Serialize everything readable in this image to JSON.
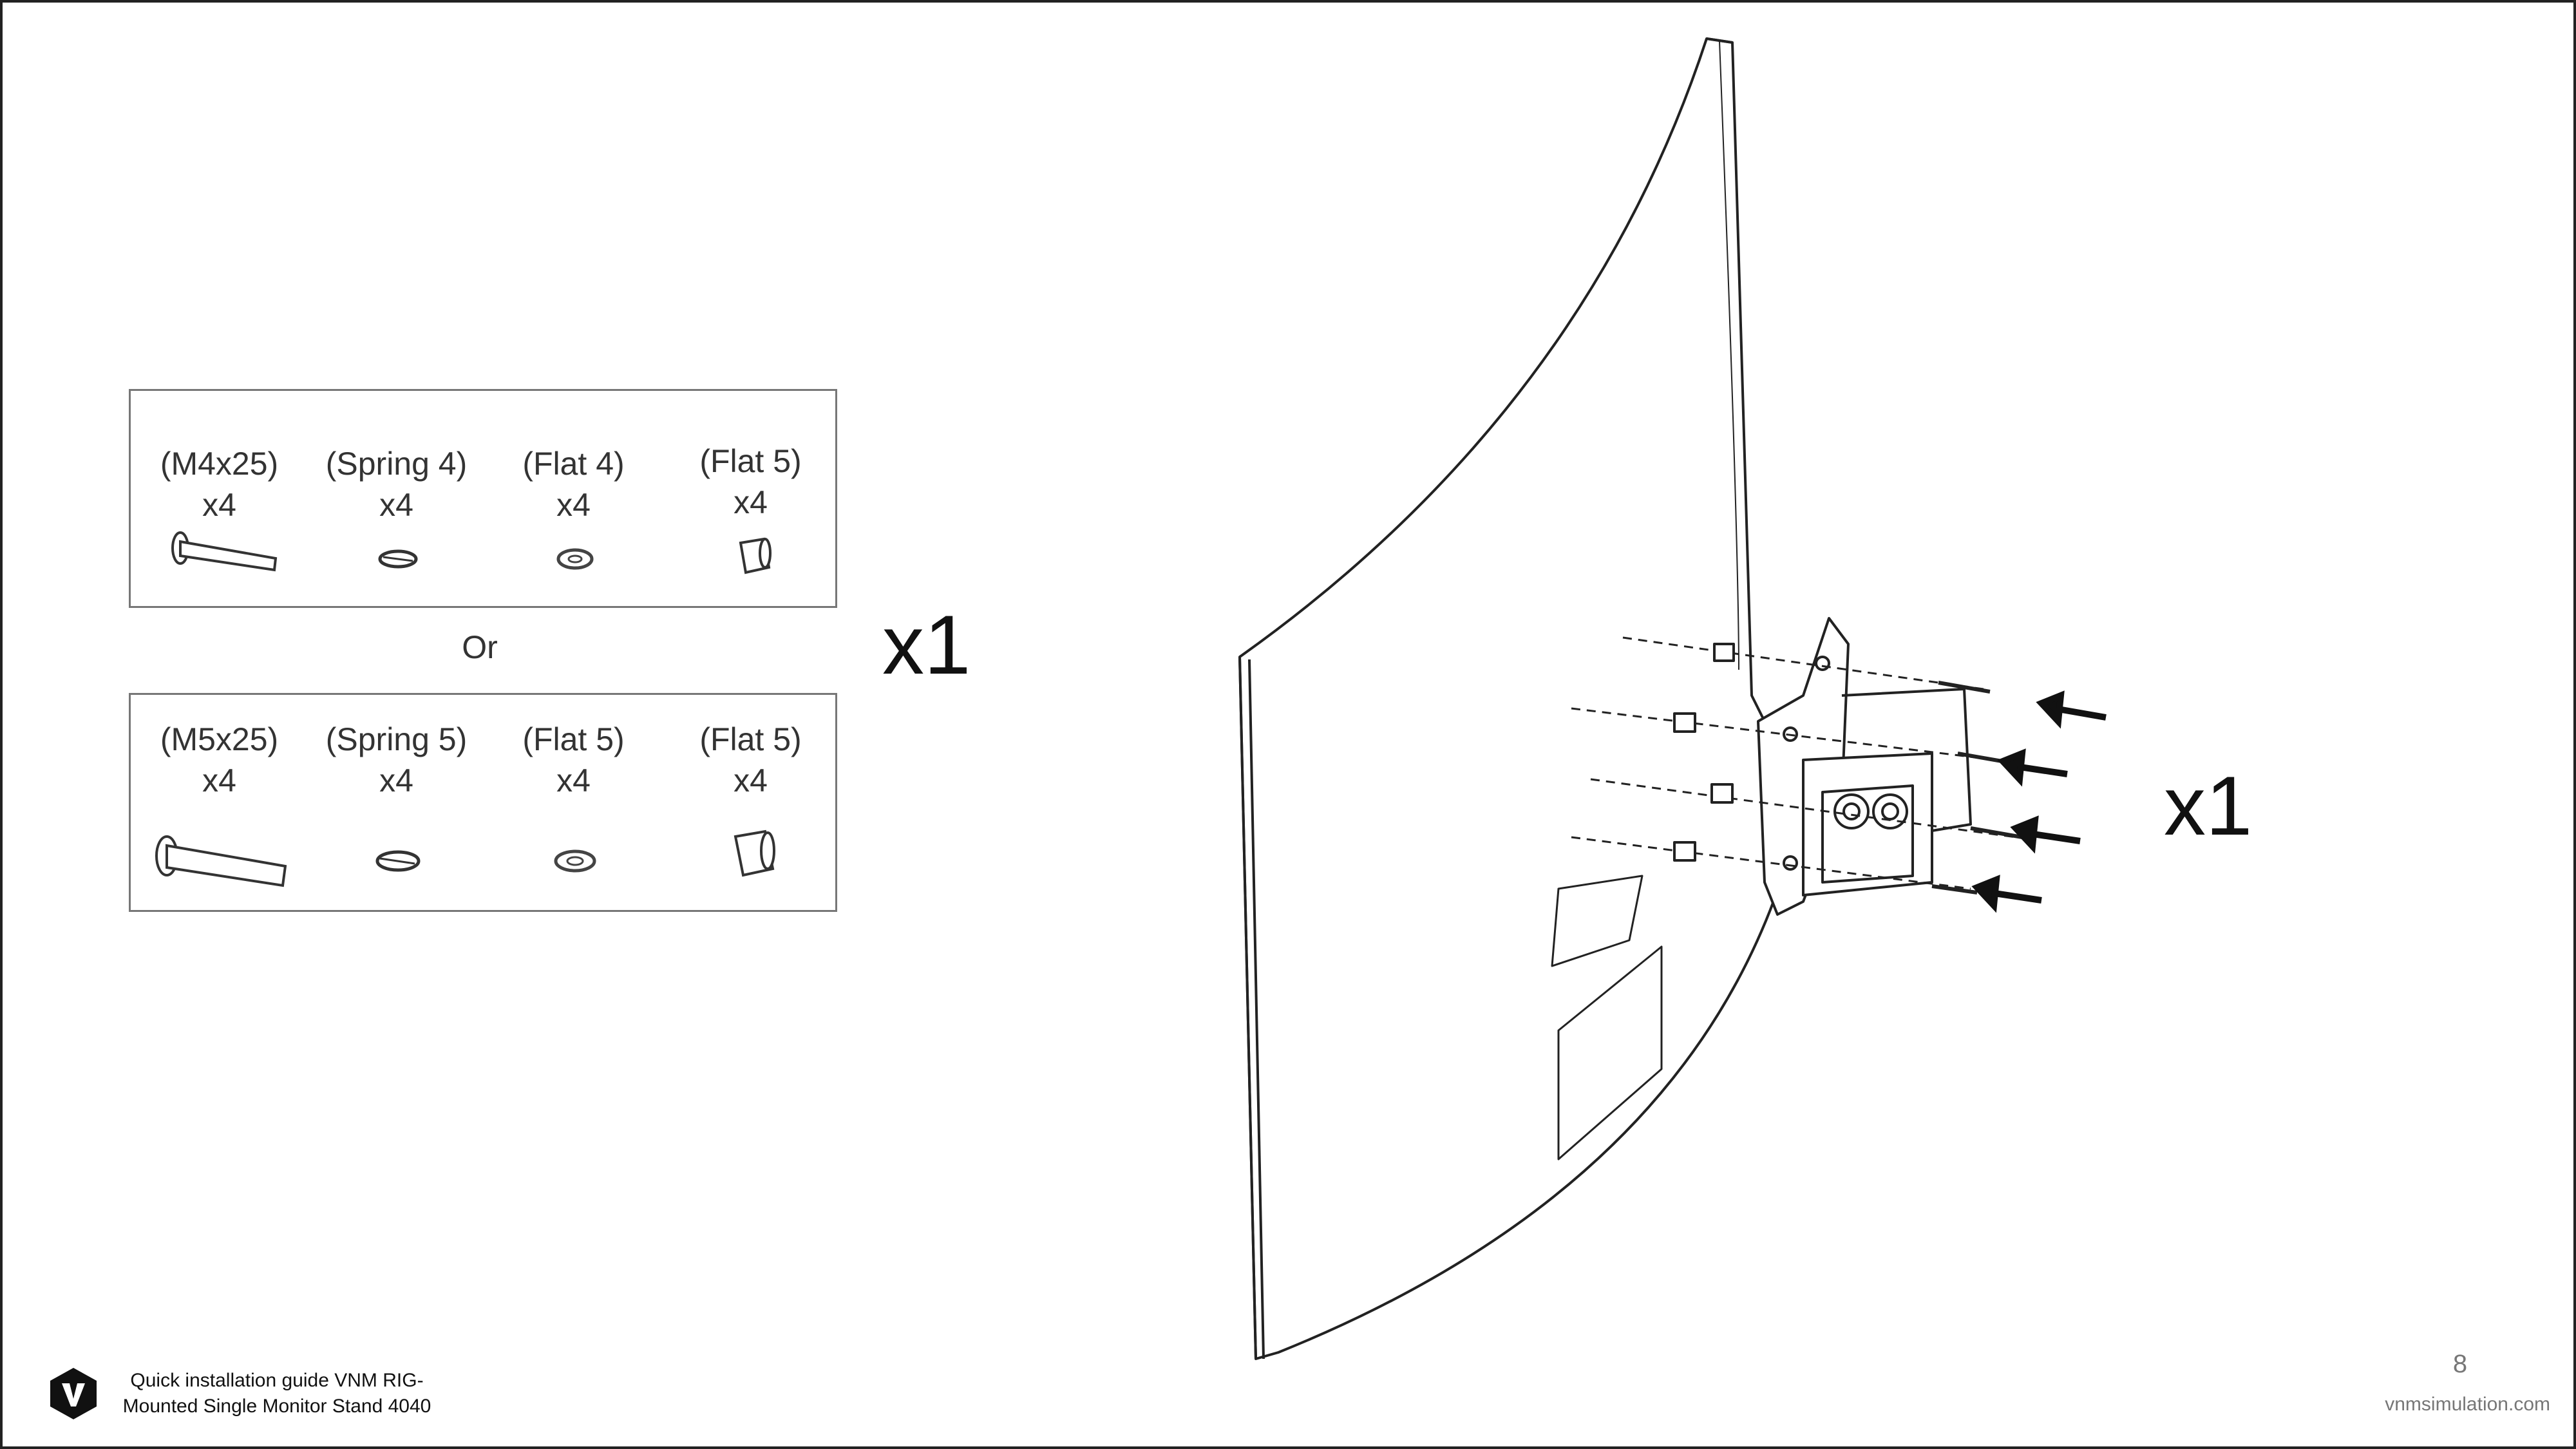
{
  "hardware_sets": [
    {
      "parts": [
        {
          "name": "(M4x25)",
          "qty": "x4",
          "icon": "screw-icon"
        },
        {
          "name": "(Spring 4)",
          "qty": "x4",
          "icon": "spring-washer-icon"
        },
        {
          "name": "(Flat 4)",
          "qty": "x4",
          "icon": "flat-washer-icon"
        },
        {
          "name": "(Flat 5)",
          "qty": "x4",
          "icon": "spacer-icon"
        }
      ]
    },
    {
      "parts": [
        {
          "name": "(M5x25)",
          "qty": "x4",
          "icon": "screw-icon"
        },
        {
          "name": "(Spring 5)",
          "qty": "x4",
          "icon": "spring-washer-icon"
        },
        {
          "name": "(Flat 5)",
          "qty": "x4",
          "icon": "flat-washer-icon"
        },
        {
          "name": "(Flat 5)",
          "qty": "x4",
          "icon": "spacer-icon"
        }
      ]
    }
  ],
  "or_label": "Or",
  "hardware_multiplier": "x1",
  "assembly_multiplier": "x1",
  "footer": {
    "guide_title": "Quick installation guide VNM RIG-Mounted Single Monitor Stand 4040",
    "page_number": "8",
    "website": "vnmsimulation.com"
  }
}
